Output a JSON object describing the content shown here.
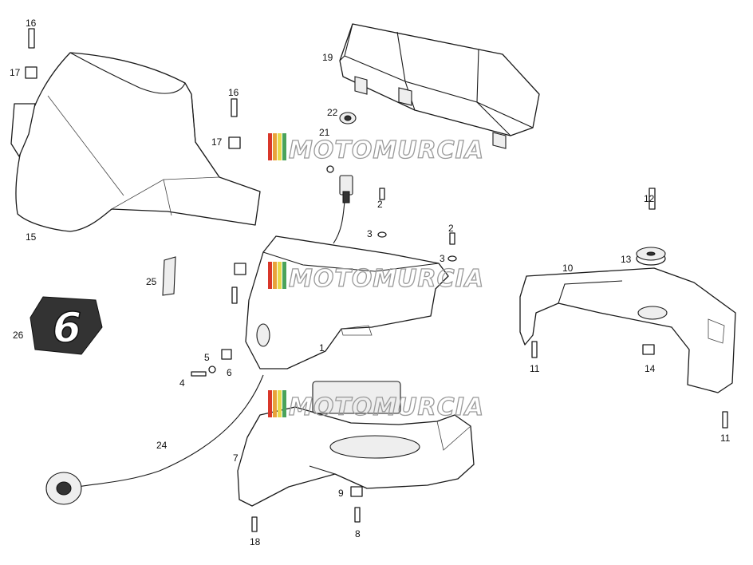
{
  "diagram": {
    "watermark": "MOTOMURCIA",
    "watermark_colors": [
      "#d9372a",
      "#e9a23b",
      "#e7d94a",
      "#4aa35a"
    ],
    "labels": {
      "p1": "1",
      "p2a": "2",
      "p2b": "2",
      "p3a": "3",
      "p3b": "3",
      "p4": "4",
      "p5": "5",
      "p6": "6",
      "p7": "7",
      "p8": "8",
      "p9": "9",
      "p10": "10",
      "p11a": "11",
      "p11b": "11",
      "p12": "12",
      "p13": "13",
      "p14": "14",
      "p15": "15",
      "p16a": "16",
      "p16b": "16",
      "p17a": "17",
      "p17b": "17",
      "p18": "18",
      "p19": "19",
      "p21": "21",
      "p22": "22",
      "p24": "24",
      "p25": "25",
      "p26": "26"
    },
    "badge_text": "6"
  }
}
